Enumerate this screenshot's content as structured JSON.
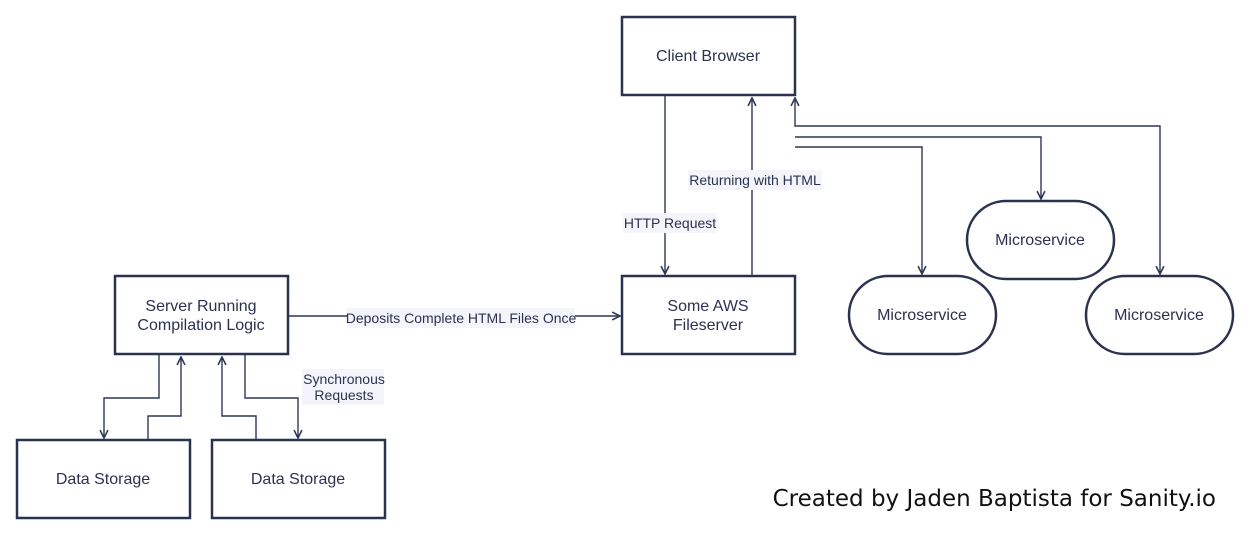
{
  "nodes": {
    "client_browser": "Client Browser",
    "aws_fileserver_line1": "Some AWS",
    "aws_fileserver_line2": "Fileserver",
    "server_line1": "Server Running",
    "server_line2": "Compilation Logic",
    "data_storage_1": "Data Storage",
    "data_storage_2": "Data Storage",
    "microservice_1": "Microservice",
    "microservice_2": "Microservice",
    "microservice_3": "Microservice"
  },
  "edges": {
    "http_request": "HTTP Request",
    "returning_html": "Returning with HTML",
    "deposits": "Deposits Complete HTML Files Once",
    "sync_line1": "Synchronous",
    "sync_line2": "Requests"
  },
  "credit": "Created by Jaden Baptista for Sanity.io"
}
